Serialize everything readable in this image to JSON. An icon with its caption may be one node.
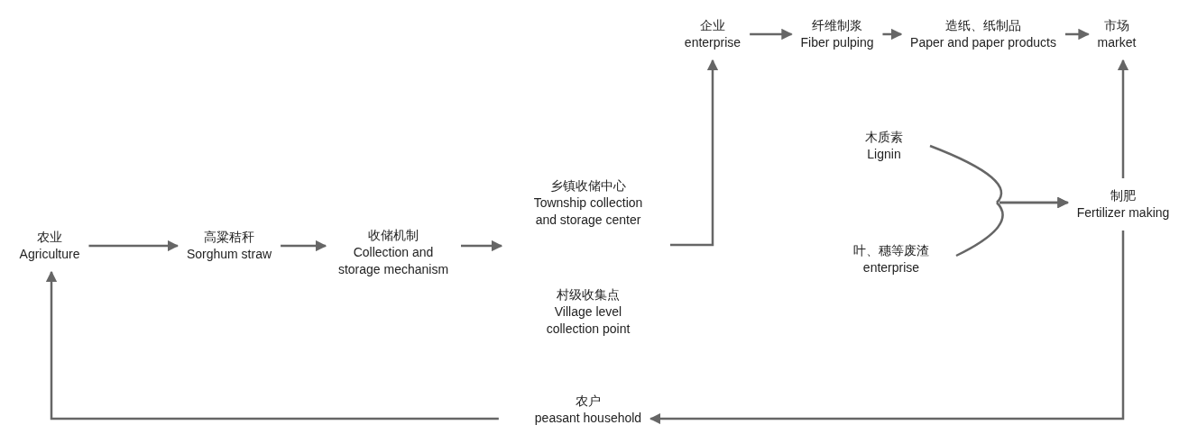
{
  "diagram": {
    "nodes": [
      {
        "text": [
          "农业",
          "Agriculture"
        ]
      },
      {
        "text": [
          "高粱秸秆",
          "Sorghum straw"
        ]
      },
      {
        "text": [
          "收储机制",
          "Collection and storage mechanism"
        ]
      },
      {
        "text": [
          "乡镇收储中心",
          "Township collection and storage center"
        ]
      },
      {
        "text": [
          "村级收集点",
          "Village level collection point"
        ]
      },
      {
        "text": [
          "企业",
          "enterprise"
        ]
      },
      {
        "text": [
          "纤维制浆",
          "Fiber pulping"
        ]
      },
      {
        "text": [
          "造纸、纸制品",
          "Paper and paper products"
        ]
      },
      {
        "text": [
          "市场",
          "market"
        ]
      },
      {
        "text": [
          "木质素",
          "Lignin"
        ]
      },
      {
        "text": [
          "叶、穗等废渣",
          "enterprise"
        ]
      },
      {
        "text": [
          "制肥",
          "Fertilizer making"
        ]
      },
      {
        "text": [
          "农户",
          "peasant household"
        ]
      }
    ],
    "edges": [
      {
        "from": 0,
        "to": 1,
        "arrow": "to"
      },
      {
        "from": 1,
        "to": 2,
        "arrow": "to"
      },
      {
        "from": 2,
        "to": 3,
        "arrow": "to"
      },
      {
        "from": 3,
        "to": 5,
        "arrow": "to"
      },
      {
        "from": 5,
        "to": 6,
        "arrow": "to"
      },
      {
        "from": 6,
        "to": 7,
        "arrow": "to"
      },
      {
        "from": 7,
        "to": 8,
        "arrow": "to"
      },
      {
        "from": 9,
        "to": 11,
        "arrow": "to"
      },
      {
        "from": 10,
        "to": 11,
        "arrow": "to"
      },
      {
        "from": 11,
        "to": 8,
        "arrow": "to"
      },
      {
        "from": 11,
        "to": 12,
        "arrow": "to"
      },
      {
        "from": 12,
        "to": 0,
        "arrow": "to"
      }
    ]
  }
}
